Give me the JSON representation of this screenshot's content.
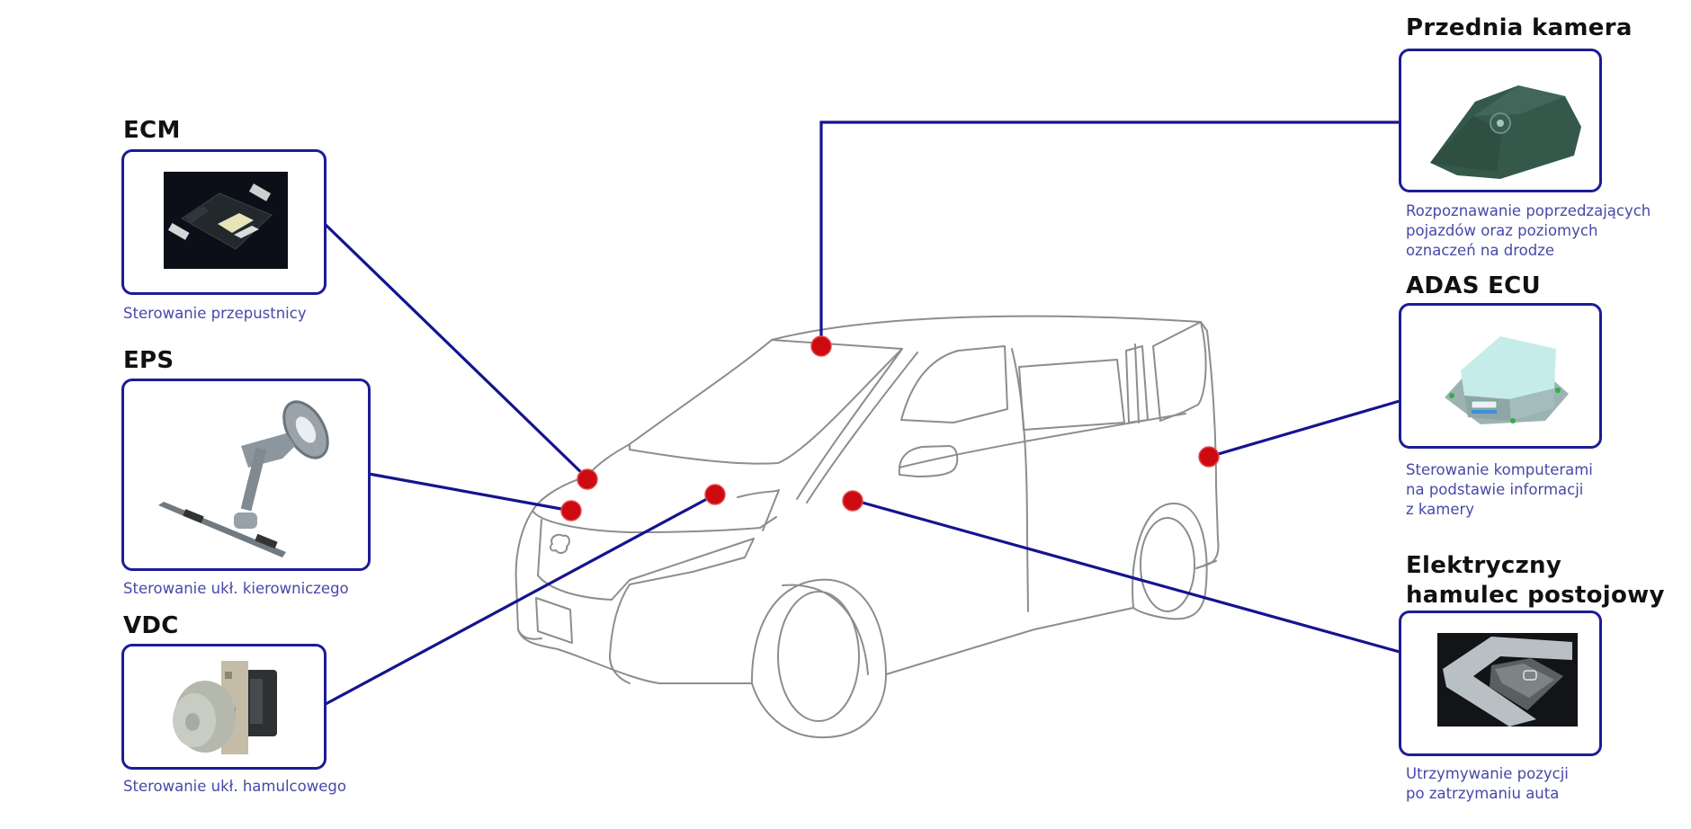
{
  "diagram": {
    "colors": {
      "connector_line": "#14148f",
      "box_border": "#1c1c96",
      "caption_text": "#4848a8",
      "title_text": "#111111",
      "marker_dot": "#cc0a0f",
      "car_outline": "#8a8e90"
    },
    "components": [
      {
        "id": "ecm",
        "title": "ECM",
        "caption": "Sterowanie przepustnicy",
        "image": "ecm-module-photo"
      },
      {
        "id": "eps",
        "title": "EPS",
        "caption": "Sterowanie ukł. kierowniczego",
        "image": "steering-column-photo"
      },
      {
        "id": "vdc",
        "title": "VDC",
        "caption": "Sterowanie ukł.  hamulcowego",
        "image": "abs-vdc-unit-photo"
      },
      {
        "id": "camera",
        "title": "Przednia kamera",
        "caption": "Rozpoznawanie poprzedzających\npojazdów oraz poziomych\noznaczeń na drodze",
        "image": "front-camera-photo"
      },
      {
        "id": "adas",
        "title": "ADAS ECU",
        "caption": "Sterowanie komputerami\nna podstawie informacji\nz kamery",
        "image": "adas-ecu-photo"
      },
      {
        "id": "epb",
        "title": "Elektryczny\nhamulec postojowy",
        "caption": "Utrzymywanie pozycji\npo zatrzymaniu auta",
        "image": "parking-brake-switch-photo"
      }
    ],
    "vehicle": "minivan-line-drawing"
  }
}
